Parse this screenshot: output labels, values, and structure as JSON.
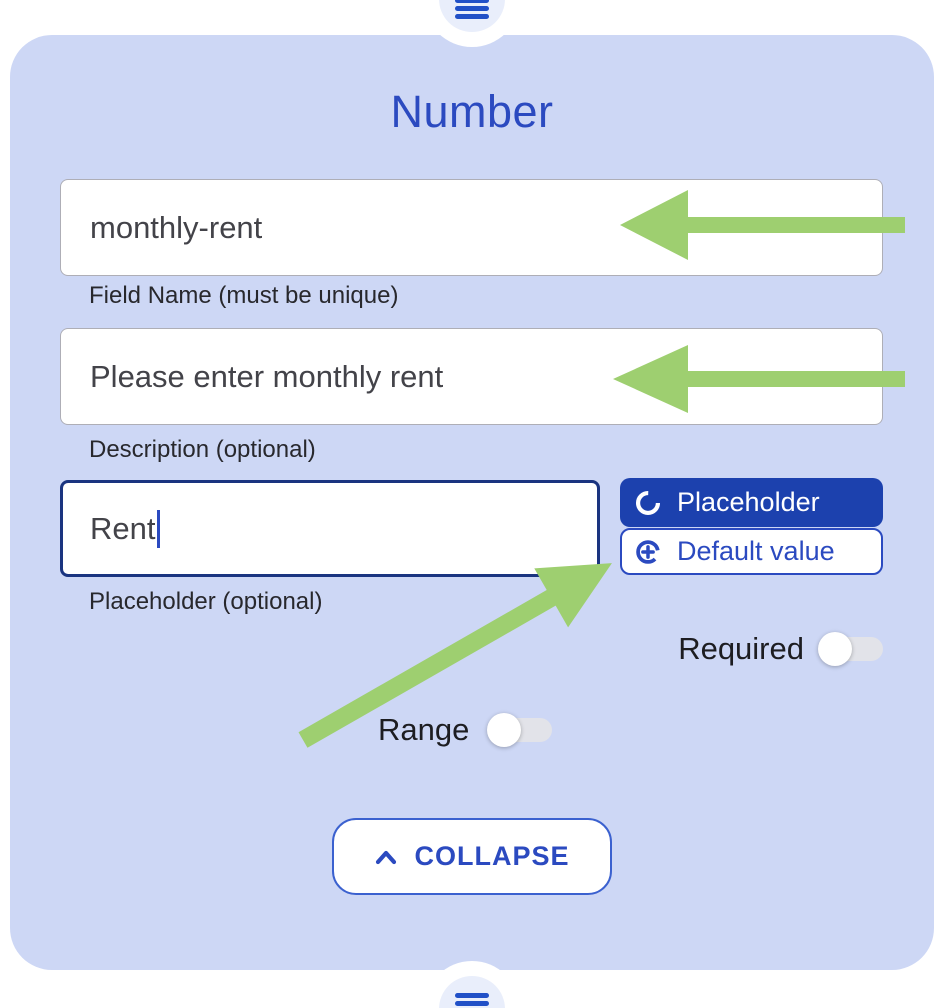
{
  "card": {
    "title": "Number"
  },
  "fields": [
    {
      "name": "field-name",
      "value": "monthly-rent",
      "label": "Field Name (must be unique)",
      "focused": false
    },
    {
      "name": "description",
      "value": "Please enter monthly rent",
      "label": "Description (optional)",
      "focused": false
    },
    {
      "name": "placeholder",
      "value": "Rent",
      "label": "Placeholder (optional)",
      "focused": true
    }
  ],
  "mode_buttons": [
    {
      "label": "Placeholder",
      "icon": "refresh-icon",
      "selected": true
    },
    {
      "label": "Default value",
      "icon": "add-circle-icon",
      "selected": false
    }
  ],
  "toggles": [
    {
      "label": "Required",
      "state": "off"
    },
    {
      "label": "Range",
      "state": "off"
    }
  ],
  "collapse_button": {
    "label": "COLLAPSE",
    "icon": "chevron-up-icon"
  },
  "drag_handles": {
    "top": "hamburger-icon",
    "bottom": "hamburger-icon"
  },
  "annotations": {
    "arrow_color": "#9ecf70",
    "arrows": [
      {
        "target": "field-name-input",
        "direction": "left"
      },
      {
        "target": "description-input",
        "direction": "left"
      },
      {
        "target": "default-value-button",
        "direction": "up-right"
      }
    ]
  },
  "colors": {
    "card_background": "#cdd7f5",
    "accent_blue": "#2b4ac0",
    "selected_button_blue": "#1c41ae",
    "focused_border_navy": "#1a3480",
    "toggle_track": "#e2e3e9",
    "annotation_green": "#9ecf70"
  }
}
